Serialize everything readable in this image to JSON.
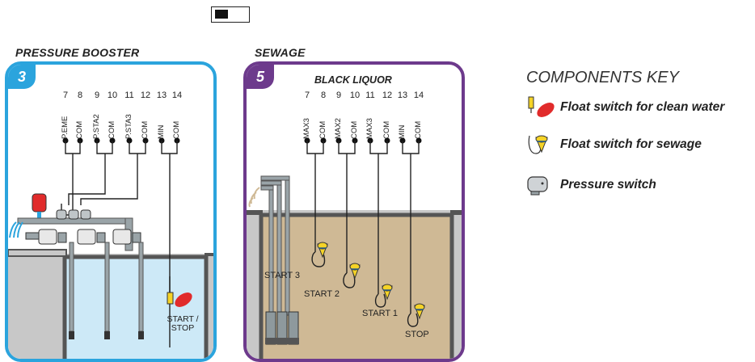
{
  "toggle": {
    "state": "off"
  },
  "booster": {
    "title": "PRESSURE BOOSTER",
    "badge": "3",
    "terminals": [
      "7",
      "8",
      "9",
      "10",
      "11",
      "12",
      "13",
      "14"
    ],
    "labels": [
      "P.EME",
      "COM",
      "P.STA2",
      "COM",
      "P.STA3",
      "COM",
      "MIN",
      "COM"
    ],
    "float_label_line1": "START /",
    "float_label_line2": "STOP"
  },
  "sewage": {
    "title": "SEWAGE",
    "badge": "5",
    "subtitle": "BLACK LIQUOR",
    "terminals": [
      "7",
      "8",
      "9",
      "10",
      "11",
      "12",
      "13",
      "14"
    ],
    "labels": [
      "MAX3",
      "COM",
      "MAX2",
      "COM",
      "MAX3",
      "COM",
      "MIN",
      "COM"
    ],
    "float_labels": [
      "START 3",
      "START 2",
      "START 1",
      "STOP"
    ]
  },
  "key": {
    "title": "COMPONENTS KEY",
    "items": [
      {
        "icon": "float-switch-clean-icon",
        "label": "Float switch for clean water"
      },
      {
        "icon": "float-switch-sewage-icon",
        "label": "Float switch for sewage"
      },
      {
        "icon": "pressure-switch-icon",
        "label": "Pressure switch"
      }
    ]
  },
  "colors": {
    "blue_frame": "#2ba4dd",
    "purple_frame": "#6d3a8c",
    "clean_water": "#cde9f7",
    "sewage": "#cfb995",
    "ground": "#c8c8c8",
    "float_yellow": "#f5d327",
    "float_red": "#e12b2b"
  }
}
